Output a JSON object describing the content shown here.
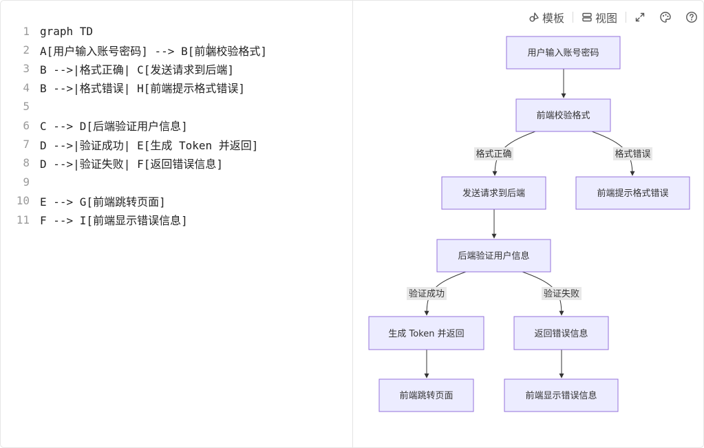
{
  "editor": {
    "lines": [
      {
        "num": "1",
        "text": "graph TD"
      },
      {
        "num": "2",
        "text": "A[用户输入账号密码] --> B[前端校验格式]"
      },
      {
        "num": "3",
        "text": "B -->|格式正确| C[发送请求到后端]"
      },
      {
        "num": "4",
        "text": "B -->|格式错误| H[前端提示格式错误]"
      },
      {
        "num": "5",
        "text": ""
      },
      {
        "num": "6",
        "text": "C --> D[后端验证用户信息]"
      },
      {
        "num": "7",
        "text": "D -->|验证成功| E[生成 Token 并返回]"
      },
      {
        "num": "8",
        "text": "D -->|验证失败| F[返回错误信息]"
      },
      {
        "num": "9",
        "text": ""
      },
      {
        "num": "10",
        "text": "E --> G[前端跳转页面]"
      },
      {
        "num": "11",
        "text": "F --> I[前端显示错误信息]"
      }
    ]
  },
  "toolbar": {
    "template_label": "模板",
    "view_label": "视图",
    "icons": [
      "template-icon",
      "view-icon",
      "fullscreen-icon",
      "palette-icon",
      "help-icon"
    ]
  },
  "diagram": {
    "nodes": {
      "A": "用户输入账号密码",
      "B": "前端校验格式",
      "C": "发送请求到后端",
      "H": "前端提示格式错误",
      "D": "后端验证用户信息",
      "E": "生成 Token 并返回",
      "F": "返回错误信息",
      "G": "前端跳转页面",
      "I": "前端显示错误信息"
    },
    "edge_labels": {
      "BC": "格式正确",
      "BH": "格式错误",
      "DE": "验证成功",
      "DF": "验证失败"
    },
    "colors": {
      "node_fill": "#ececff",
      "node_stroke": "#9370db",
      "edge": "#333333",
      "label_bg": "#e8e8e8"
    }
  }
}
